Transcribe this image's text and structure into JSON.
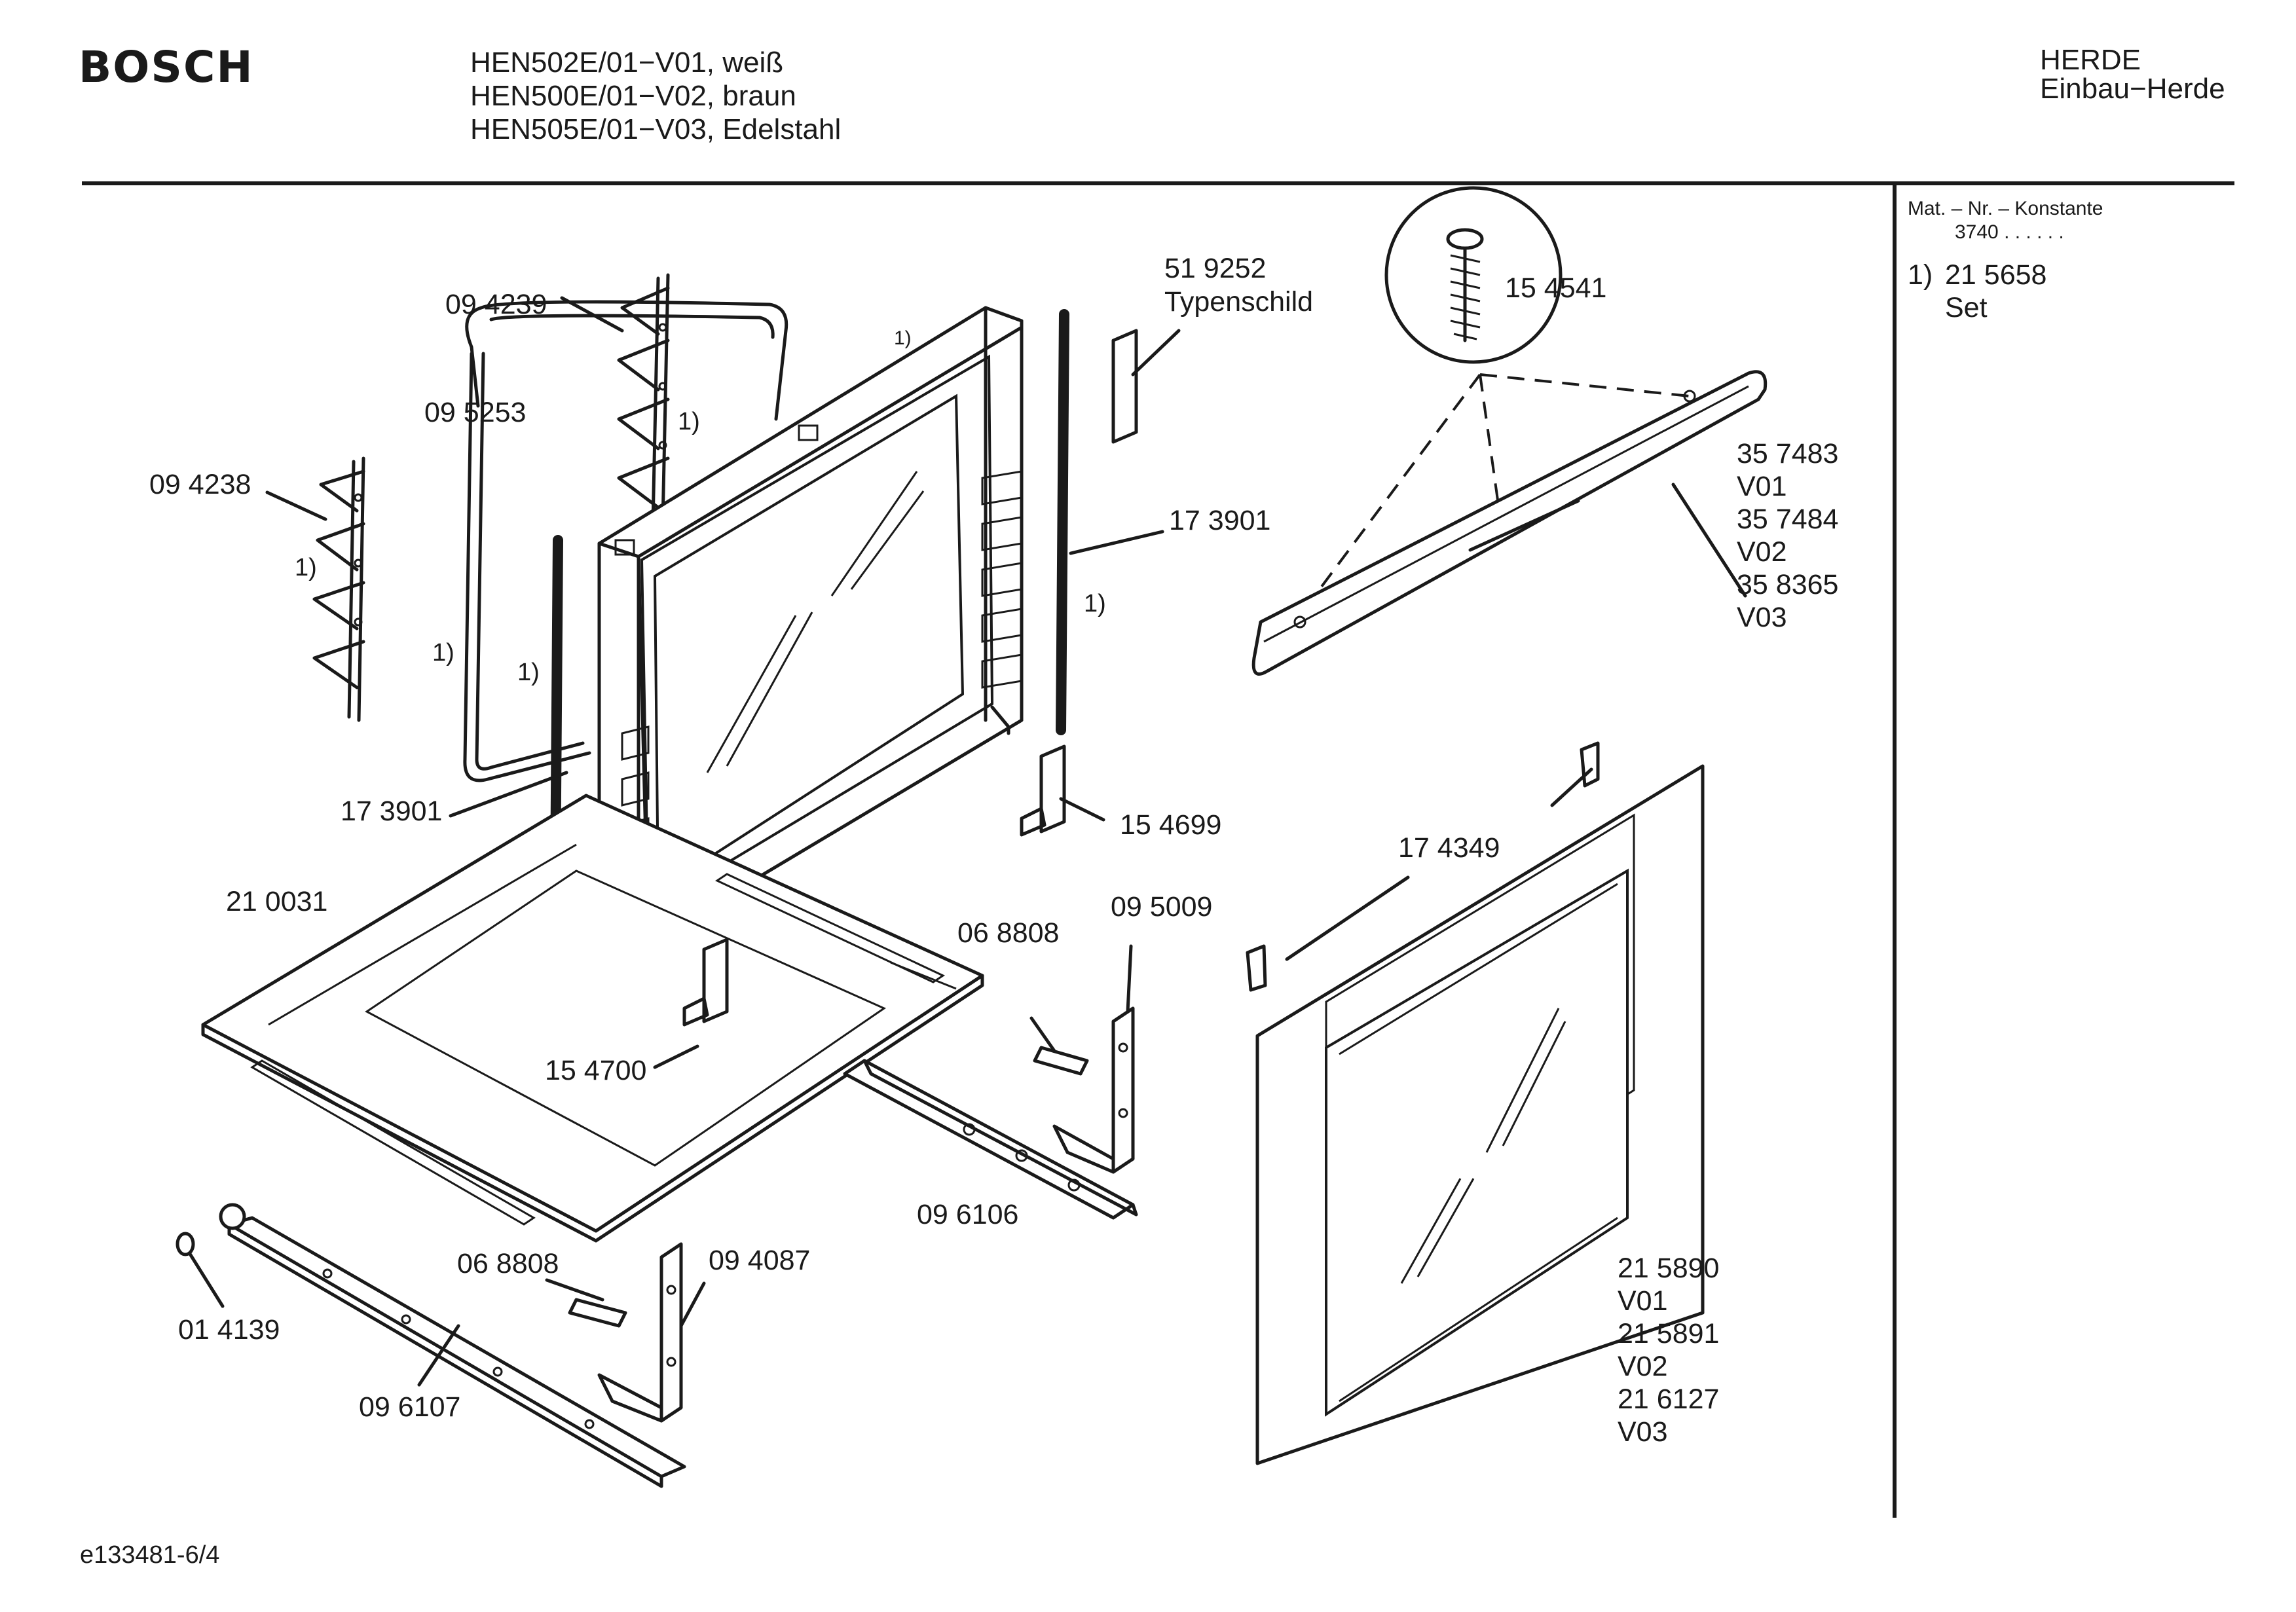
{
  "header": {
    "brand": "BOSCH",
    "models": [
      "HEN502E/01−V01, weiß",
      "HEN500E/01−V02, braun",
      "HEN505E/01−V03, Edelstahl"
    ],
    "category": "HERDE",
    "subcategory": "Einbau−Herde"
  },
  "side_panel": {
    "mat_label": "Mat. – Nr. – Konstante",
    "mat_value": "3740 . .  . . . .",
    "set_ref": "1)",
    "set_number": "21 5658",
    "set_label": "Set"
  },
  "parts": {
    "p094239": "09 4239",
    "p095253": "09 5253",
    "p094238": "09 4238",
    "p173901_left": "17 3901",
    "p173901_right": "17 3901",
    "p210031": "21 0031",
    "p519252": "51 9252",
    "typenschild": "Typenschild",
    "p154541": "15 4541",
    "p154699": "15 4699",
    "p154700": "15 4700",
    "p068808_a": "06 8808",
    "p095009": "09 5009",
    "p096106": "09 6106",
    "p068808_b": "06 8808",
    "p094087": "09 4087",
    "p014139": "01 4139",
    "p096107": "09 6107",
    "p174349": "17 4349",
    "handle_lines": [
      "35 7483",
      "V01",
      "35 7484",
      "V02",
      "35 8365",
      "V03"
    ],
    "door_lines": [
      "21 5890",
      "V01",
      "21 5891",
      "V02",
      "21 6127",
      "V03"
    ]
  },
  "set_markers": [
    "1)",
    "1)",
    "1)",
    "1)",
    "1)",
    "1)"
  ],
  "footer": {
    "doc_id": "e133481-6/4"
  }
}
